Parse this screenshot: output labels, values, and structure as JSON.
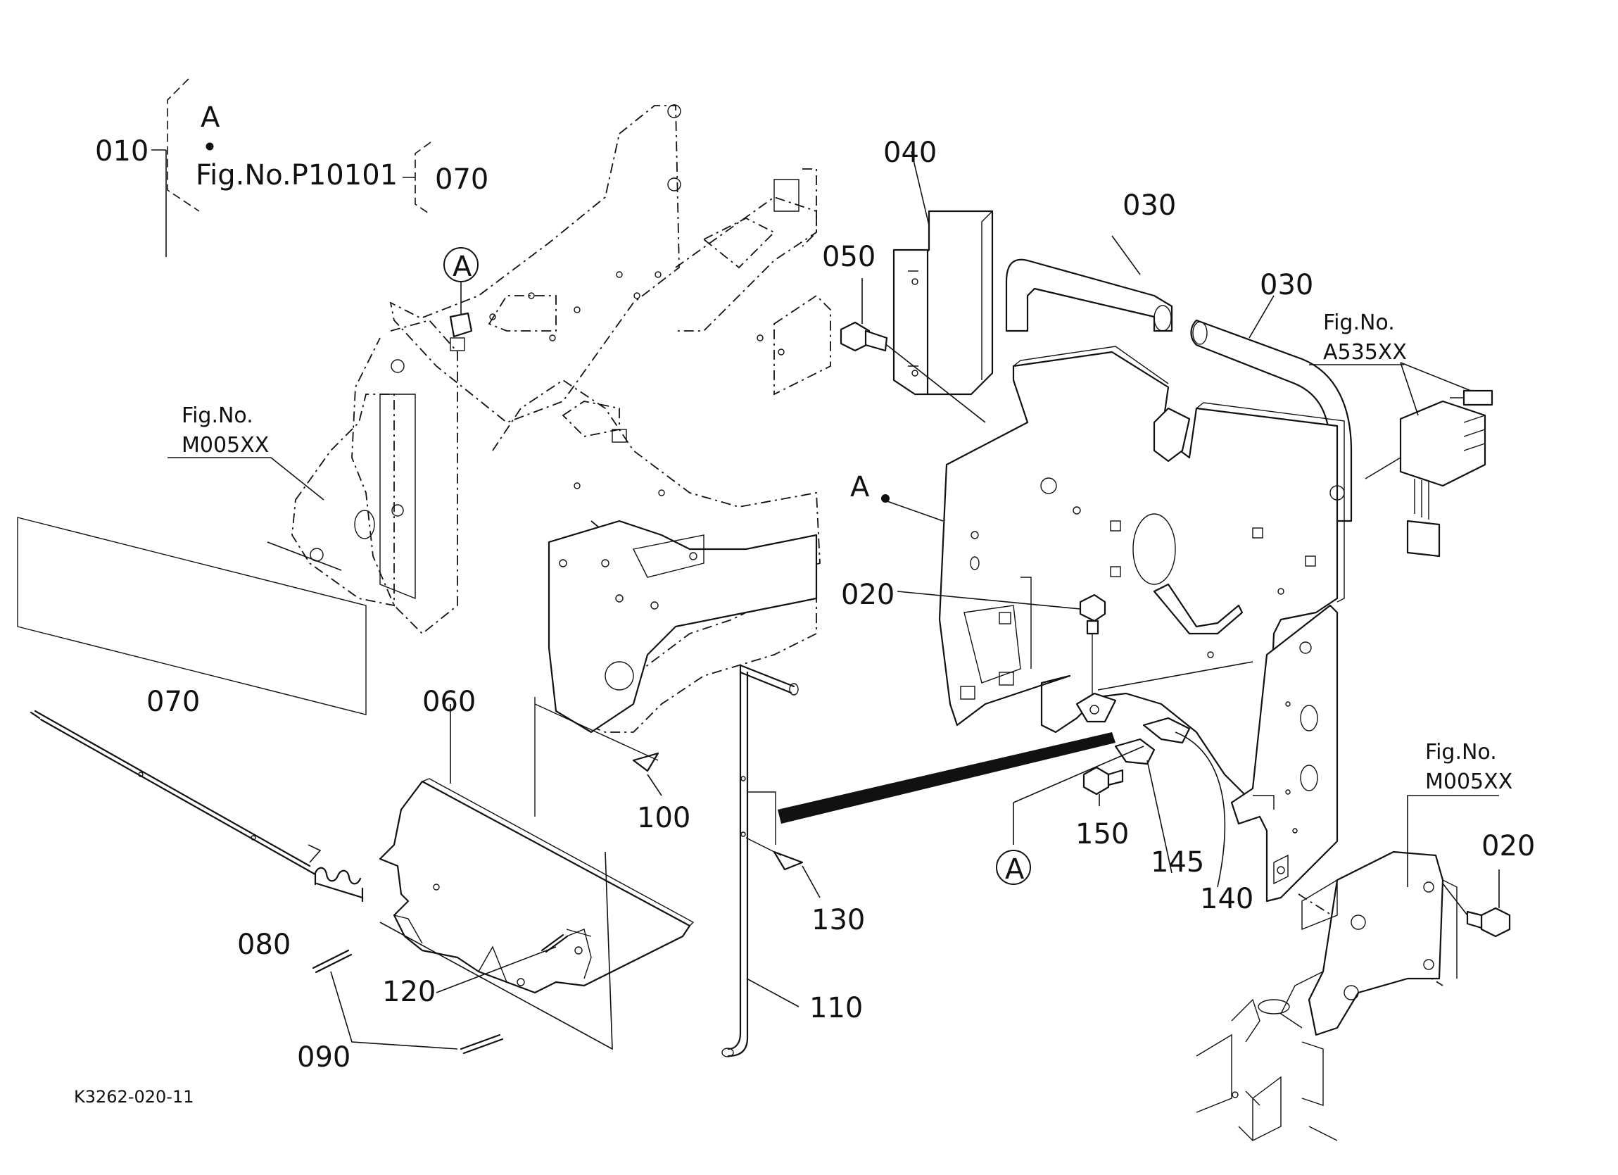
{
  "diagram_code": "K3262-020-11",
  "callouts": {
    "c010": "010",
    "c070_top": "070",
    "c070": "070",
    "c060": "060",
    "c080": "080",
    "c090": "090",
    "c100": "100",
    "c110": "110",
    "c120": "120",
    "c130": "130",
    "c040": "040",
    "c050": "050",
    "c030_a": "030",
    "c030_b": "030",
    "c020_a": "020",
    "c020_b": "020",
    "c140": "140",
    "c145": "145",
    "c150": "150"
  },
  "references": {
    "ref_a_top": "A",
    "fig_p10101": "Fig.No.P10101",
    "circle_a_upper": "A",
    "circle_a_lower": "A",
    "point_a": "A",
    "fig_m005xx_left_line1": "Fig.No.",
    "fig_m005xx_left_line2": "M005XX",
    "fig_a535xx_line1": "Fig.No.",
    "fig_a535xx_line2": "A535XX",
    "fig_m005xx_right_line1": "Fig.No.",
    "fig_m005xx_right_line2": "M005XX"
  }
}
